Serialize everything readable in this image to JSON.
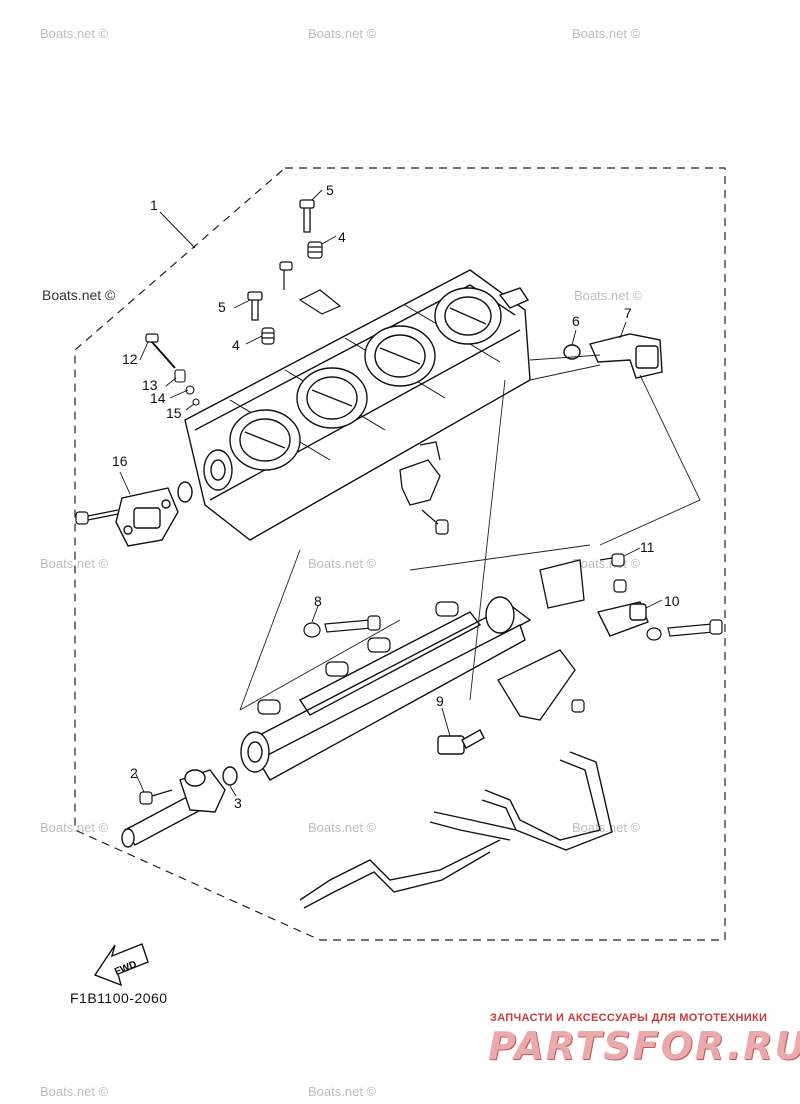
{
  "watermarks": [
    "Boats.net ©",
    "Boats.net ©",
    "Boats.net ©",
    "Boats.net ©",
    "Boats.net ©",
    "Boats.net ©",
    "Boats.net ©",
    "Boats.net ©",
    "Boats.net ©",
    "Boats.net ©",
    "Boats.net ©",
    "Boats.net ©",
    "Boats.net ©"
  ],
  "callouts": {
    "c1": "1",
    "c2": "2",
    "c3": "3",
    "c4a": "4",
    "c4b": "4",
    "c5a": "5",
    "c5b": "5",
    "c6": "6",
    "c7": "7",
    "c8": "8",
    "c9": "9",
    "c10": "10",
    "c11": "11",
    "c12": "12",
    "c13": "13",
    "c14": "14",
    "c15": "15",
    "c16": "16"
  },
  "fwd_label": "FWD",
  "diagram_code": "F1B1100-2060",
  "brand": {
    "subtitle": "ЗАПЧАСТИ И АКСЕССУАРЫ ДЛЯ МОТОТЕХНИКИ",
    "name": "PARTSFOR.RU"
  }
}
